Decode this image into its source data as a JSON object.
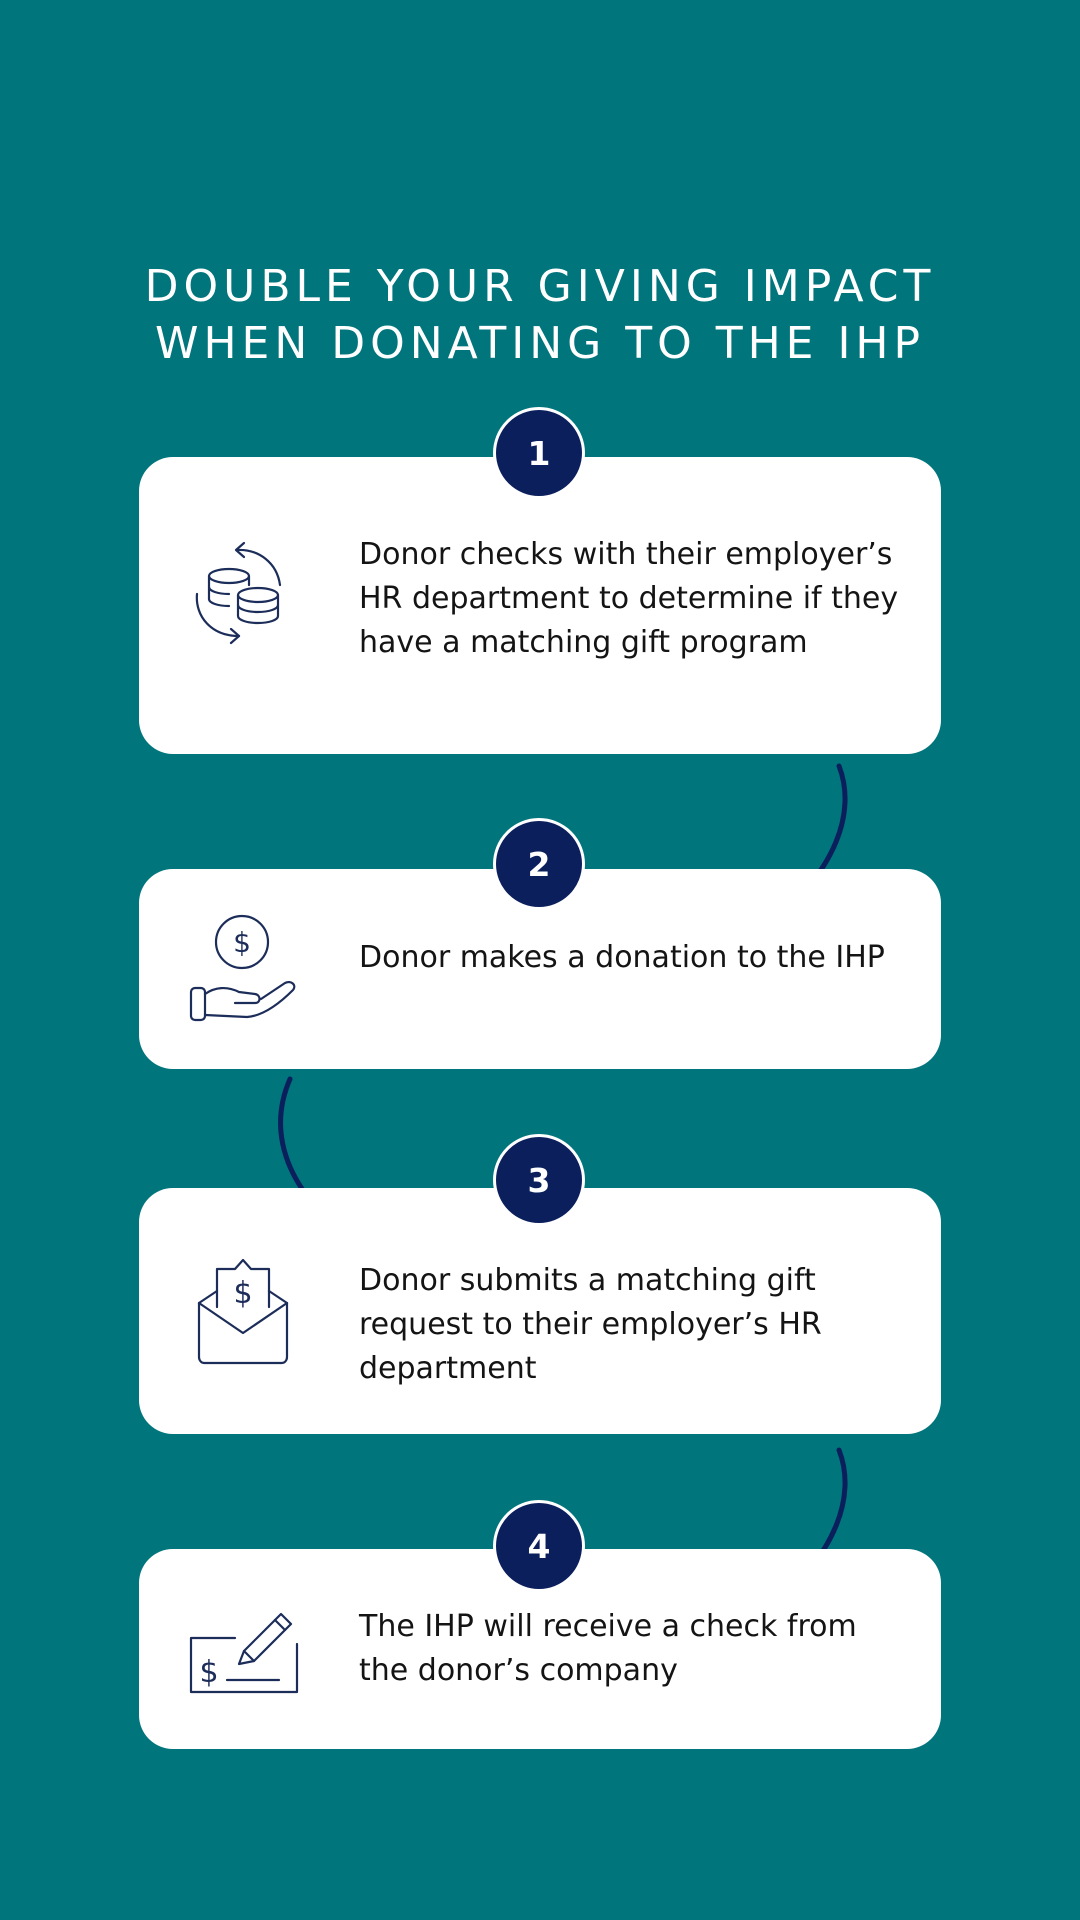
{
  "title": {
    "line1": "DOUBLE YOUR GIVING IMPACT",
    "line2": "WHEN DONATING TO THE IHP"
  },
  "steps": [
    {
      "number": "1",
      "icon": "coins-exchange-icon",
      "text": "Donor checks with their employer’s HR department to determine if they have a matching gift program"
    },
    {
      "number": "2",
      "icon": "hand-coin-icon",
      "text": "Donor makes a donation to the IHP"
    },
    {
      "number": "3",
      "icon": "envelope-dollar-icon",
      "text": "Donor submits a matching gift request to their employer’s HR department"
    },
    {
      "number": "4",
      "icon": "check-pen-icon",
      "text": "The IHP will receive a check from the donor’s company"
    }
  ],
  "colors": {
    "background": "#00757c",
    "card": "#ffffff",
    "badge": "#0a1f5c",
    "icon_stroke": "#1c2d5a",
    "text": "#141414"
  }
}
